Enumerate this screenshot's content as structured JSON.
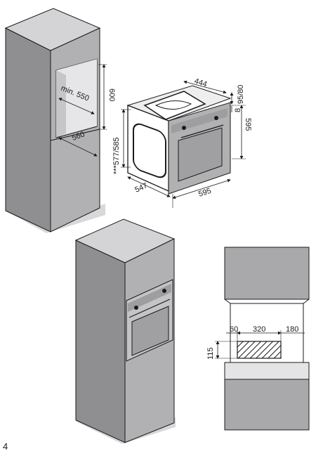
{
  "page_number": "4",
  "colors": {
    "cabinet_front": "#b1b1b3",
    "cabinet_side": "#8f8f92",
    "cabinet_top": "#d4d4d6",
    "shadow": "#cfcfd1",
    "line": "#1a1a1a"
  },
  "dimensions": {
    "niche_width": "min. 550",
    "niche_height": "600",
    "cabinet_depth": "560",
    "oven_depth_top": "444",
    "oven_offset": "95/80",
    "oven_gap": "8",
    "oven_height_total": "595",
    "oven_side_depth": "***577/585",
    "oven_body_depth": "547",
    "oven_width": "595",
    "vent_left": "60",
    "vent_width": "320",
    "vent_right": "180",
    "vent_height": "115"
  },
  "figures": [
    {
      "name": "tall-cabinet-niche-figure"
    },
    {
      "name": "oven-dimensions-figure"
    },
    {
      "name": "built-in-oven-cabinet-figure"
    },
    {
      "name": "ventilation-opening-figure"
    }
  ]
}
